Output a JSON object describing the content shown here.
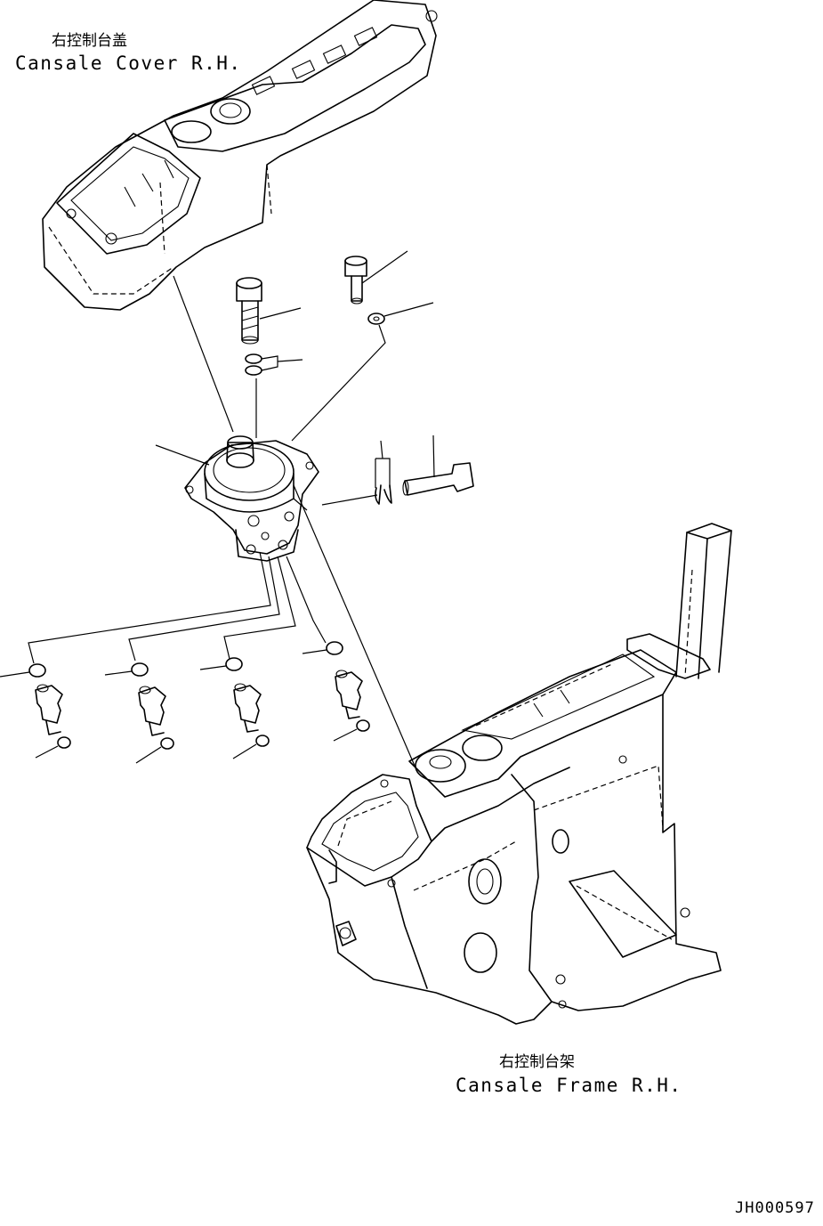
{
  "labels": {
    "cover_cn": "右控制台盖",
    "cover_en": "Cansale Cover R.H.",
    "frame_cn": "右控制台架",
    "frame_en": "Cansale Frame R.H.",
    "drawing_code": "JH000597"
  },
  "colors": {
    "line": "#000000",
    "background": "#ffffff"
  }
}
